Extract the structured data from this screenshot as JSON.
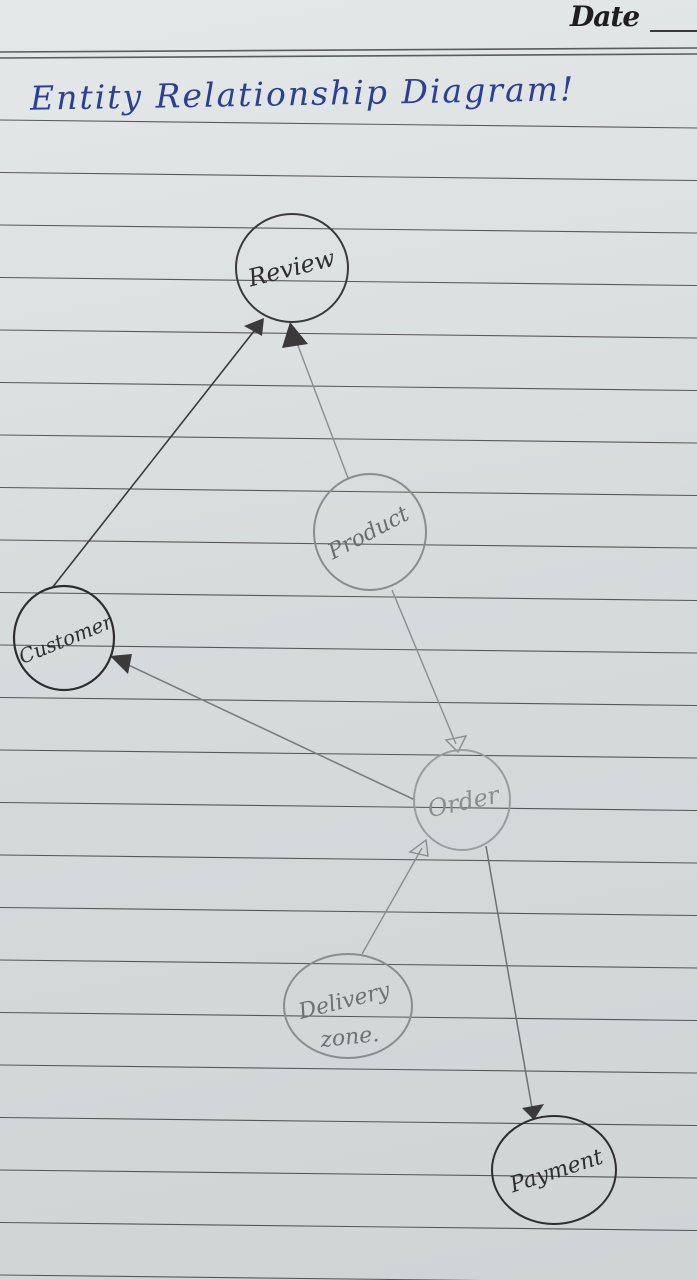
{
  "header": {
    "date_label": "Date",
    "title": "Entity Relationship Diagram!"
  },
  "entities": [
    {
      "id": "review",
      "label": "Review"
    },
    {
      "id": "product",
      "label": "Product"
    },
    {
      "id": "customer",
      "label": "Customer"
    },
    {
      "id": "order",
      "label": "Order"
    },
    {
      "id": "delivery-zone",
      "label_line1": "Delivery",
      "label_line2": "zone."
    },
    {
      "id": "payment",
      "label": "Payment"
    }
  ],
  "relationships": [
    {
      "from": "Customer",
      "to": "Review"
    },
    {
      "from": "Product",
      "to": "Review"
    },
    {
      "from": "Product",
      "to": "Order"
    },
    {
      "from": "Order",
      "to": "Customer"
    },
    {
      "from": "Delivery zone",
      "to": "Order"
    },
    {
      "from": "Order",
      "to": "Payment"
    }
  ],
  "colors": {
    "ink_blue": "#2c3f93",
    "pencil_dark": "#3a3a3a",
    "pencil_light": "#8a8d8f",
    "paper": "#dde2e3",
    "rule_line": "#2e2e2e"
  }
}
